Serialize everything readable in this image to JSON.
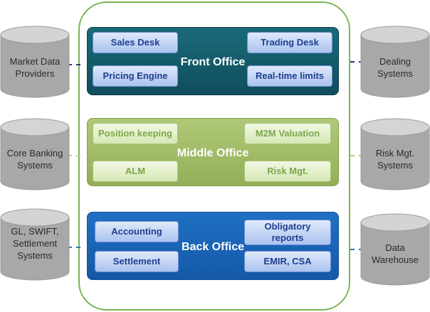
{
  "front_office": {
    "title": "Front Office",
    "boxes": [
      "Sales Desk",
      "Trading Desk",
      "Pricing Engine",
      "Real-time limits"
    ]
  },
  "middle_office": {
    "title": "Middle Office",
    "boxes": [
      "Position keeping",
      "M2M Valuation",
      "ALM",
      "Risk Mgt."
    ]
  },
  "back_office": {
    "title": "Back Office",
    "boxes": [
      "Accounting",
      "Obligatory reports",
      "Settlement",
      "EMIR, CSA"
    ]
  },
  "left_systems": [
    "Market Data Providers",
    "Core Banking Systems",
    "GL, SWIFT, Settlement Systems"
  ],
  "right_systems": [
    "Dealing Systems",
    "Risk Mgt. Systems",
    "Data Warehouse"
  ],
  "colors": {
    "front": "#145b6b",
    "middle": "#a3bd6b",
    "back": "#1a64b8",
    "outer_border": "#7cb452",
    "cylinder": "#a6a6a6"
  }
}
